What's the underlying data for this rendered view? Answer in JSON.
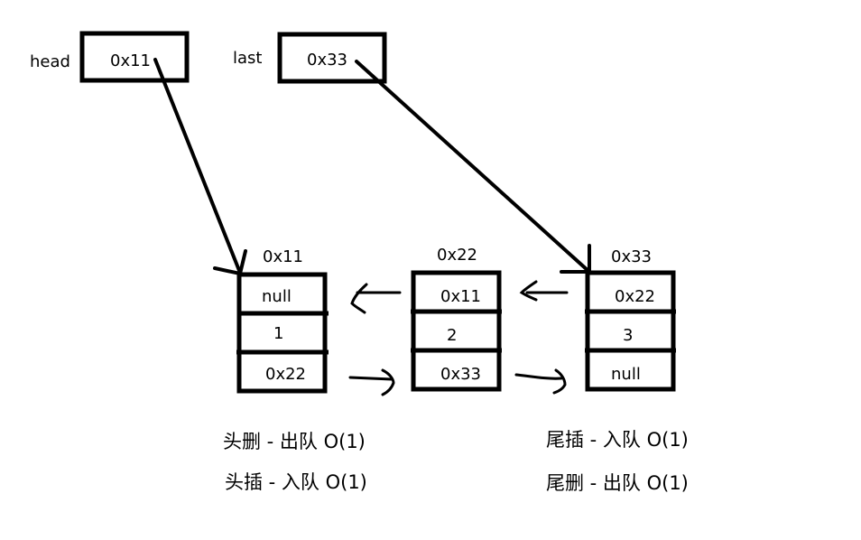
{
  "pointers": {
    "head": {
      "label": "head",
      "value": "0x11"
    },
    "last": {
      "label": "last",
      "value": "0x33"
    }
  },
  "nodes": [
    {
      "address": "0x11",
      "prev": "null",
      "val": "1",
      "next": "0x22"
    },
    {
      "address": "0x22",
      "prev": "0x11",
      "val": "2",
      "next": "0x33"
    },
    {
      "address": "0x33",
      "prev": "0x22",
      "val": "3",
      "next": "null"
    }
  ],
  "captions": {
    "head_delete": "头删 - 出队 O(1)",
    "head_insert": "头插 - 入队 O(1)",
    "tail_insert": "尾插 - 入队 O(1)",
    "tail_delete": "尾删 - 出队 O(1)"
  }
}
